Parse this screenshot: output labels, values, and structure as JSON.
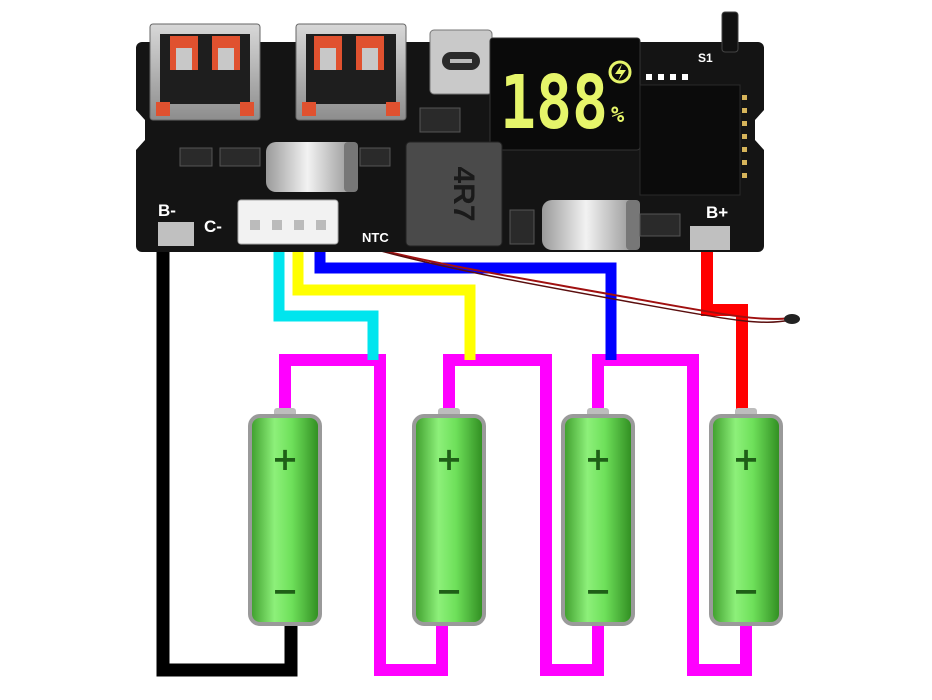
{
  "board": {
    "label_b_minus": "B-",
    "label_c_minus": "C-",
    "label_b_plus": "B+",
    "label_ntc": "NTC",
    "label_s1": "S1",
    "inductor_marking": "4R7",
    "display_digits": "188",
    "display_unit": "%"
  },
  "cells": [
    {
      "pos_sign": "+",
      "neg_sign": "−"
    },
    {
      "pos_sign": "+",
      "neg_sign": "−"
    },
    {
      "pos_sign": "+",
      "neg_sign": "−"
    },
    {
      "pos_sign": "+",
      "neg_sign": "−"
    }
  ],
  "wire_colors": {
    "b_minus": "#000000",
    "cell_link": "#ff00ff",
    "tap_1": "#00e5ee",
    "tap_2": "#ffff00",
    "tap_3": "#0000ff",
    "b_plus": "#ff0000",
    "ntc_lead": "#a01010"
  },
  "colors": {
    "pcb": "#141414",
    "display_segments": "#e6f56a",
    "cell_body": "#6ee05a"
  }
}
